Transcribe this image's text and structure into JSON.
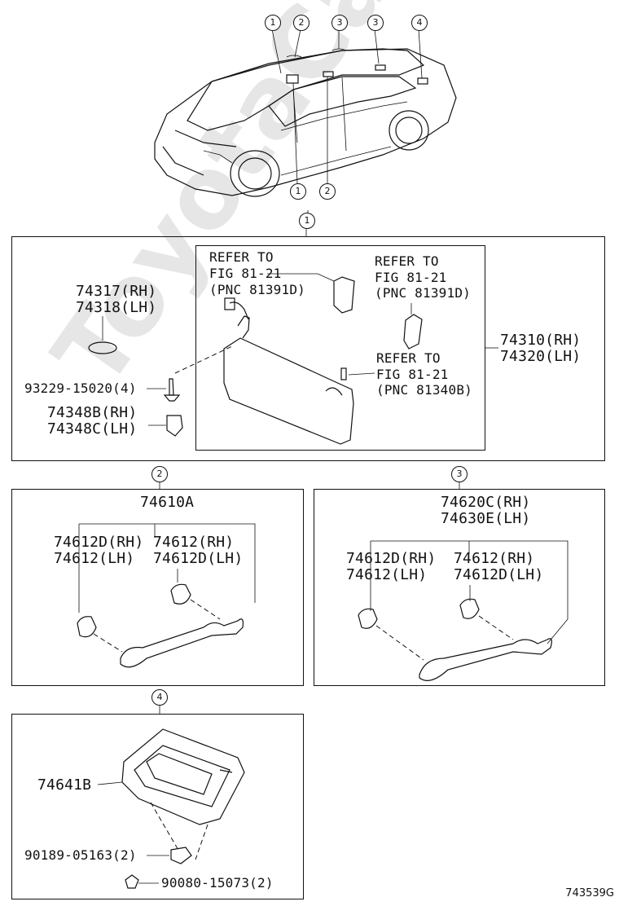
{
  "watermark": "ToyotaCarMe.ru",
  "diagram_code": "743539G",
  "car": {
    "callouts_top": [
      "1",
      "2",
      "3",
      "3",
      "4"
    ],
    "callouts_bottom": [
      "1",
      "2"
    ]
  },
  "section1": {
    "marker": "1",
    "visor_part_rh": "74317(RH)",
    "visor_part_lh": "74318(LH)",
    "screw": "93229-15020(4)",
    "holder_rh": "74348B(RH)",
    "holder_lh": "74348C(LH)",
    "assembly_rh": "74310(RH)",
    "assembly_lh": "74320(LH)",
    "ref1": [
      "REFER TO",
      "FIG 81-21",
      "(PNC 81391D)"
    ],
    "ref2": [
      "REFER TO",
      "FIG 81-21",
      "(PNC 81391D)"
    ],
    "ref3": [
      "REFER TO",
      "FIG 81-21",
      "(PNC 81340B)"
    ]
  },
  "section2": {
    "marker": "2",
    "assembly": "74610A",
    "left_rh": "74612D(RH)",
    "left_lh": "74612(LH)",
    "right_rh": "74612(RH)",
    "right_lh": "74612D(LH)"
  },
  "section3": {
    "marker": "3",
    "assembly_rh": "74620C(RH)",
    "assembly_lh": "74630E(LH)",
    "left_rh": "74612D(RH)",
    "left_lh": "74612(LH)",
    "right_rh": "74612(RH)",
    "right_lh": "74612D(LH)"
  },
  "section4": {
    "marker": "4",
    "assembly": "74641B",
    "clip": "90189-05163(2)",
    "screw": "90080-15073(2)"
  }
}
